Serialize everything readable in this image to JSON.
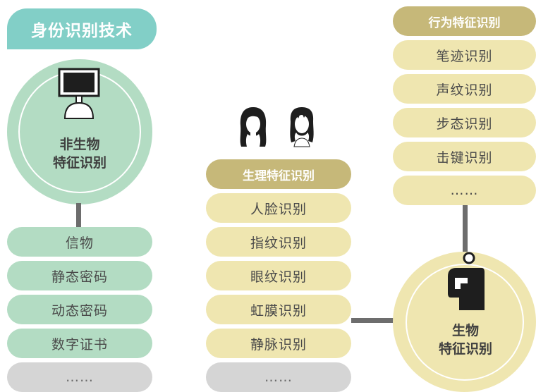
{
  "title": "身份识别技术",
  "non_bio": {
    "circle_line1": "非生物",
    "circle_line2": "特征识别",
    "items": [
      "信物",
      "静态密码",
      "动态密码",
      "数字证书",
      "……"
    ]
  },
  "physio": {
    "header": "生理特征识别",
    "items": [
      "人脸识别",
      "指纹识别",
      "眼纹识别",
      "虹膜识别",
      "静脉识别",
      "……"
    ]
  },
  "behavior": {
    "header": "行为特征识别",
    "items": [
      "笔迹识别",
      "声纹识别",
      "步态识别",
      "击键识别",
      "……"
    ]
  },
  "bio": {
    "circle_line1": "生物",
    "circle_line2": "特征识别"
  },
  "colors": {
    "teal": "#82cfc7",
    "green": "#b3dcc3",
    "yellow": "#efe6b0",
    "olive": "#c6b879",
    "gray": "#d5d5d5",
    "connector": "#6d6d6d"
  },
  "icons": [
    "monitor-icon",
    "woman-head-icon",
    "man-head-icon",
    "person-icon"
  ]
}
